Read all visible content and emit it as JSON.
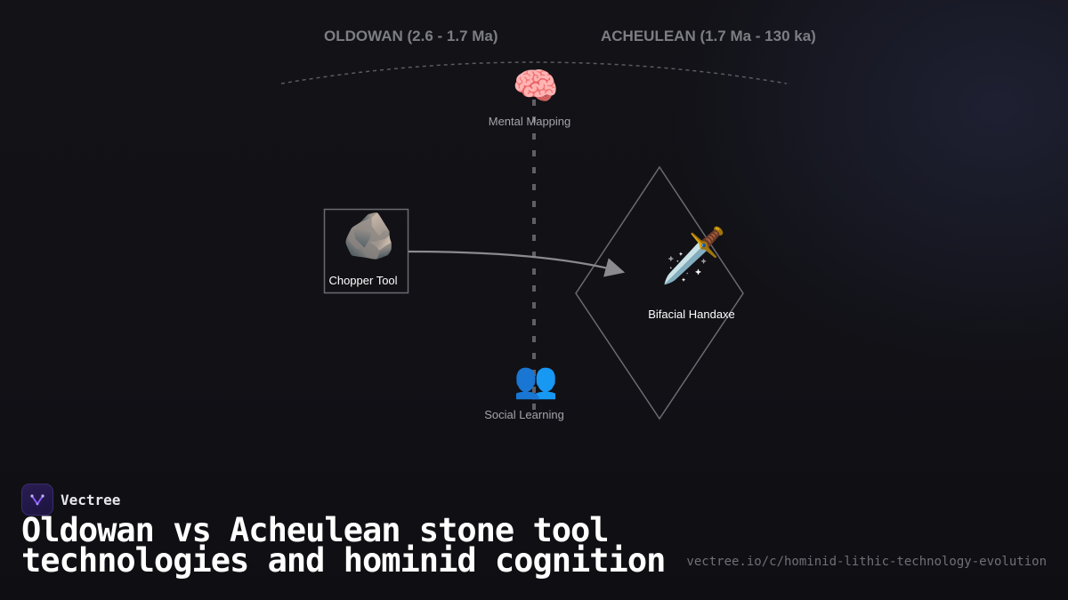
{
  "eras": {
    "left": "OLDOWAN (2.6 - 1.7 Ma)",
    "right": "ACHEULEAN (1.7 Ma - 130 ka)"
  },
  "nodes": {
    "mental_mapping": {
      "icon": "brain-icon",
      "glyph": "🧠",
      "label": "Mental Mapping"
    },
    "chopper_tool": {
      "icon": "rock-icon",
      "glyph": "🪨",
      "label": "Chopper Tool"
    },
    "bifacial_handaxe": {
      "icon": "dagger-icon",
      "glyph": "🗡️",
      "label": "Bifacial Handaxe"
    },
    "social_learning": {
      "icon": "people-icon",
      "glyph": "👥",
      "label": "Social Learning"
    }
  },
  "brand": {
    "name": "Vectree",
    "accent": "#8b5cf6"
  },
  "title": "Oldowan vs Acheulean stone tool technologies and hominid cognition",
  "url": "vectree.io/c/hominid-lithic-technology-evolution",
  "colors": {
    "background": "#111116",
    "era_label": "#7d7d84",
    "outline": "#5a5a5f",
    "arrow": "#8a8a8f"
  }
}
